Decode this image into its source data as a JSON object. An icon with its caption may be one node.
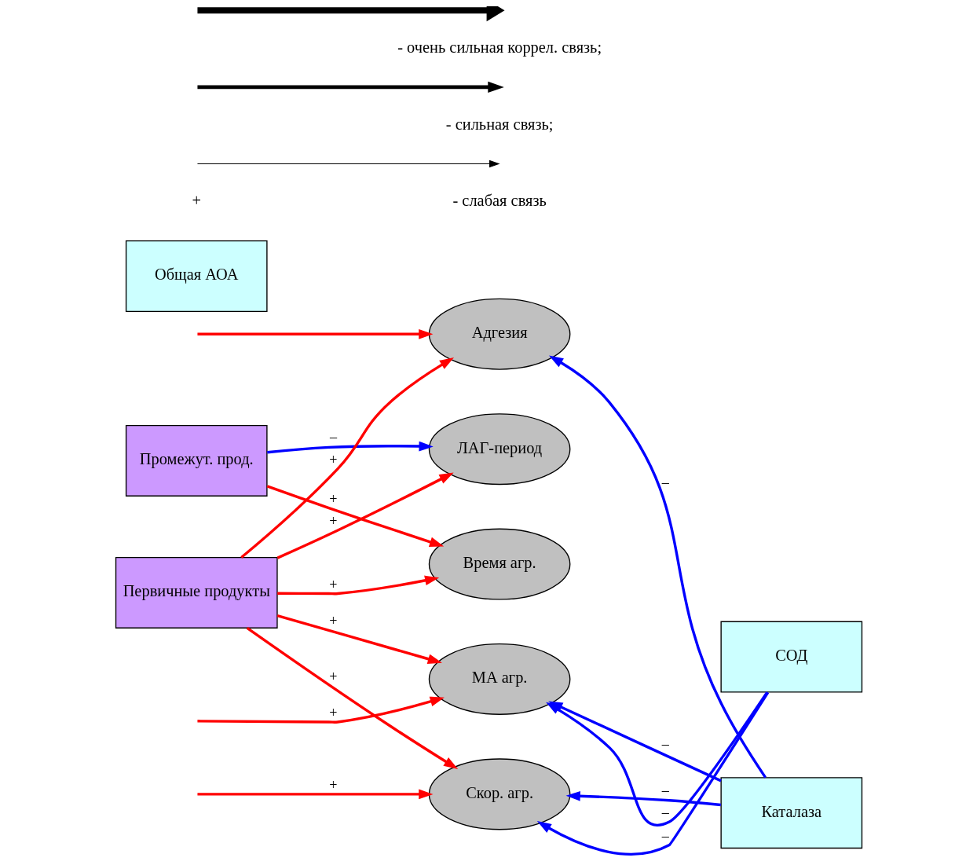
{
  "diagram": {
    "nodes": [
      {
        "text": [
          "Промежут. прод."
        ]
      },
      {
        "text": [
          "Первичные продукты"
        ]
      },
      {
        "text": [
          "Адгезия"
        ]
      },
      {
        "text": [
          "ЛАГ-период"
        ]
      },
      {
        "text": [
          "Время агр."
        ]
      },
      {
        "text": [
          "МА агр."
        ]
      },
      {
        "text": [
          "Скор. агр."
        ]
      },
      {
        "text": [
          "Общая АОА"
        ]
      },
      {
        "text": [
          "Каталаза"
        ]
      },
      {
        "text": [
          "СОД"
        ]
      }
    ],
    "edges": [
      {
        "from": 0,
        "to": 3,
        "arrow": "to",
        "label": "–",
        "color": "#0000ff"
      },
      {
        "from": 0,
        "to": 4,
        "arrow": "to",
        "label": "+"
      },
      {
        "from": 1,
        "to": 2,
        "arrow": "to",
        "label": "+"
      },
      {
        "from": 1,
        "to": 3,
        "arrow": "to",
        "label": "+"
      },
      {
        "from": 1,
        "to": 4,
        "arrow": "to",
        "label": "+"
      },
      {
        "from": 1,
        "to": 5,
        "arrow": "to",
        "label": "+"
      },
      {
        "from": 1,
        "to": 6,
        "arrow": "to",
        "label": "+"
      },
      {
        "from": null,
        "to": 2,
        "arrow": "to"
      },
      {
        "from": null,
        "to": 5,
        "arrow": "to",
        "label": "+"
      },
      {
        "from": null,
        "to": 6,
        "arrow": "to",
        "label": "+"
      },
      {
        "from": 9,
        "to": 5,
        "arrow": "to",
        "label": "–",
        "color": "#0000ff"
      },
      {
        "from": 9,
        "to": 6,
        "arrow": "to",
        "label": "–",
        "color": "#0000ff"
      },
      {
        "from": 8,
        "to": 6,
        "arrow": "to",
        "label": "–",
        "color": "#0000ff"
      },
      {
        "from": 8,
        "to": 5,
        "arrow": "to",
        "label": "–",
        "color": "#0000ff"
      },
      {
        "from": 8,
        "to": 2,
        "arrow": "to",
        "label": "–",
        "color": "#0000ff"
      }
    ],
    "labels": [
      "+"
    ],
    "legend": [
      {
        "text": "- очень сильная коррел. связь;"
      },
      {
        "text": "- сильная связь;"
      },
      {
        "text": "- слабая связь"
      }
    ]
  }
}
